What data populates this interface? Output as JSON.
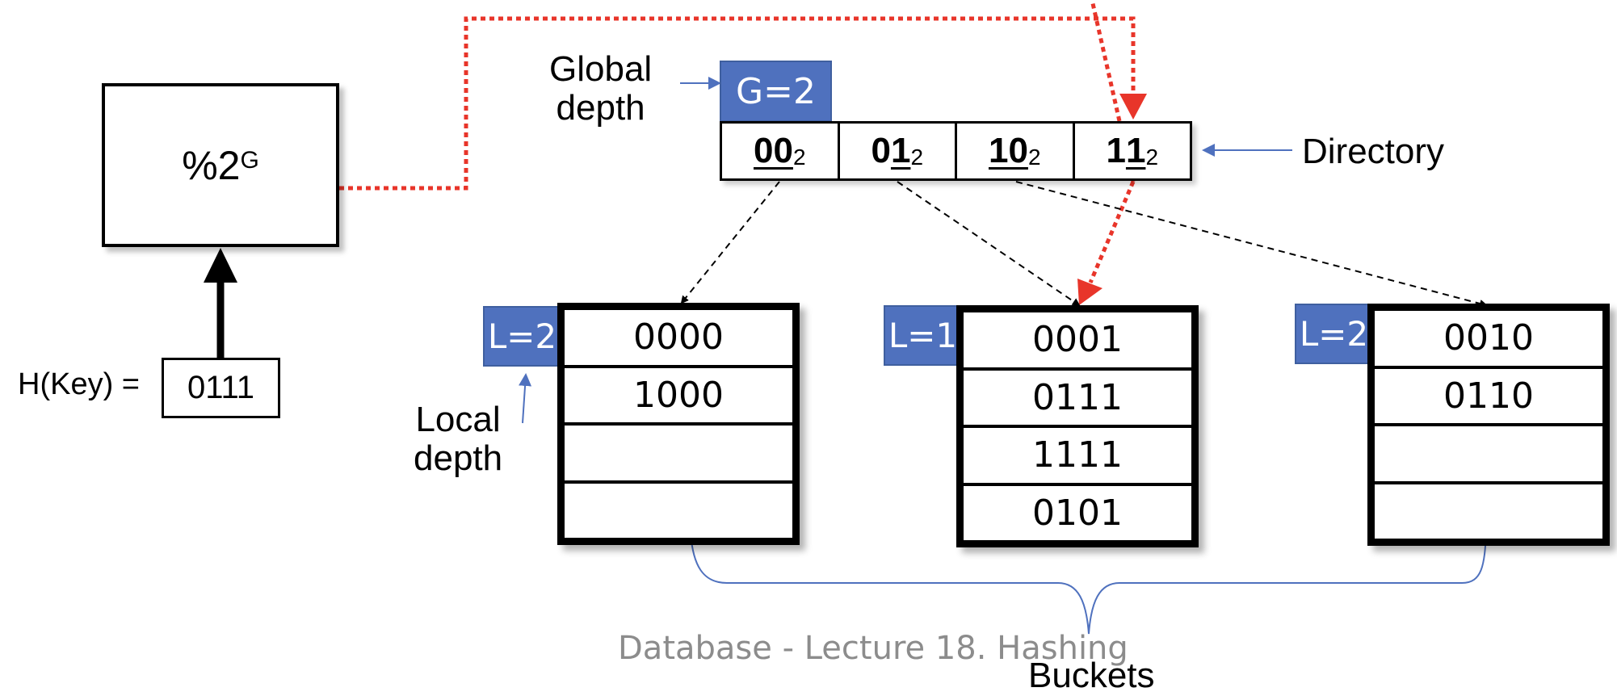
{
  "hash_function": {
    "label": "%2",
    "exponent": "G"
  },
  "hash_input": {
    "label": "H(Key) =",
    "value": "0111"
  },
  "global_depth": {
    "caption_line1": "Global",
    "caption_line2": "depth",
    "tag": "G=2"
  },
  "directory": {
    "caption": "Directory",
    "entries": [
      {
        "underlined": "00",
        "plain_before": "",
        "plain_after": "",
        "base": "2",
        "bits": "00"
      },
      {
        "plain_before": "0",
        "underlined": "1",
        "plain_after": "",
        "base": "2",
        "bits": "01"
      },
      {
        "underlined": "10",
        "plain_before": "",
        "plain_after": "",
        "base": "2",
        "bits": "10"
      },
      {
        "plain_before": "1",
        "underlined": "1",
        "plain_after": "",
        "base": "2",
        "bits": "11"
      }
    ]
  },
  "local_depth": {
    "caption_line1": "Local",
    "caption_line2": "depth"
  },
  "buckets": [
    {
      "tag": "L=2",
      "slots": [
        "0000",
        "1000",
        "",
        ""
      ]
    },
    {
      "tag": "L=1",
      "slots": [
        "0001",
        "0111",
        "1111",
        "0101"
      ]
    },
    {
      "tag": "L=2",
      "slots": [
        "0010",
        "0110",
        "",
        ""
      ]
    }
  ],
  "buckets_caption": "Buckets",
  "footer": "Database - Lecture 18. Hashing",
  "colors": {
    "accent_blue": "#4f71be",
    "lookup_path_red": "#e8352a",
    "footer_gray": "#8c8c8c"
  }
}
